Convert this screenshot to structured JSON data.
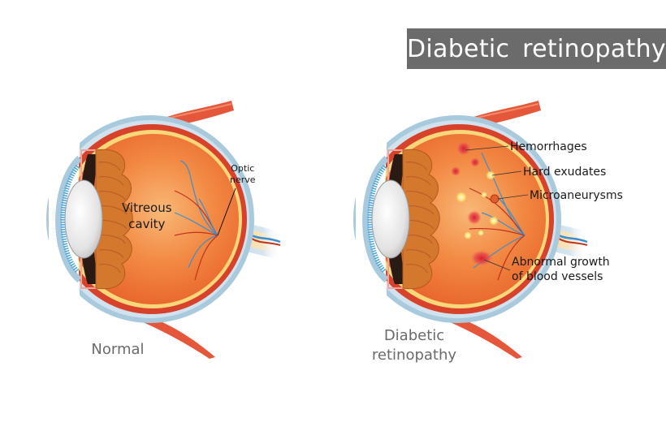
{
  "title": "Diabetic retinopathy",
  "panels": {
    "normal": {
      "caption": "Normal",
      "labels": {
        "vitreous_line1": "Vitreous",
        "vitreous_line2": "cavity",
        "optic_line1": "Optic",
        "optic_line2": "nerve"
      }
    },
    "diabetic": {
      "caption_line1": "Diabetic",
      "caption_line2": "retinopathy",
      "labels": {
        "hemorrhages": "Hemorrhages",
        "hard_exudates": "Hard exudates",
        "microaneurysms": "Microaneurysms",
        "abnormal_line1": "Abnormal growth",
        "abnormal_line2": "of blood vessels"
      }
    }
  },
  "colors": {
    "banner_bg": "#6b6b6b",
    "banner_text": "#ffffff",
    "sclera_outer": "#a9c9dc",
    "choroid": "#d8412a",
    "retina_yellow": "#f7d77a",
    "vitreous": "#f07a36",
    "lens": "#e6e6e6",
    "ciliary": "#d4782e",
    "muscle": "#e5573a",
    "cornea_blue": "#4aa6dd",
    "artery": "#b8321e",
    "vein": "#3a8fcf",
    "hemorrhage": "#e0303a",
    "exudate": "#fff29a",
    "caption_gray": "#6b6b6b"
  }
}
